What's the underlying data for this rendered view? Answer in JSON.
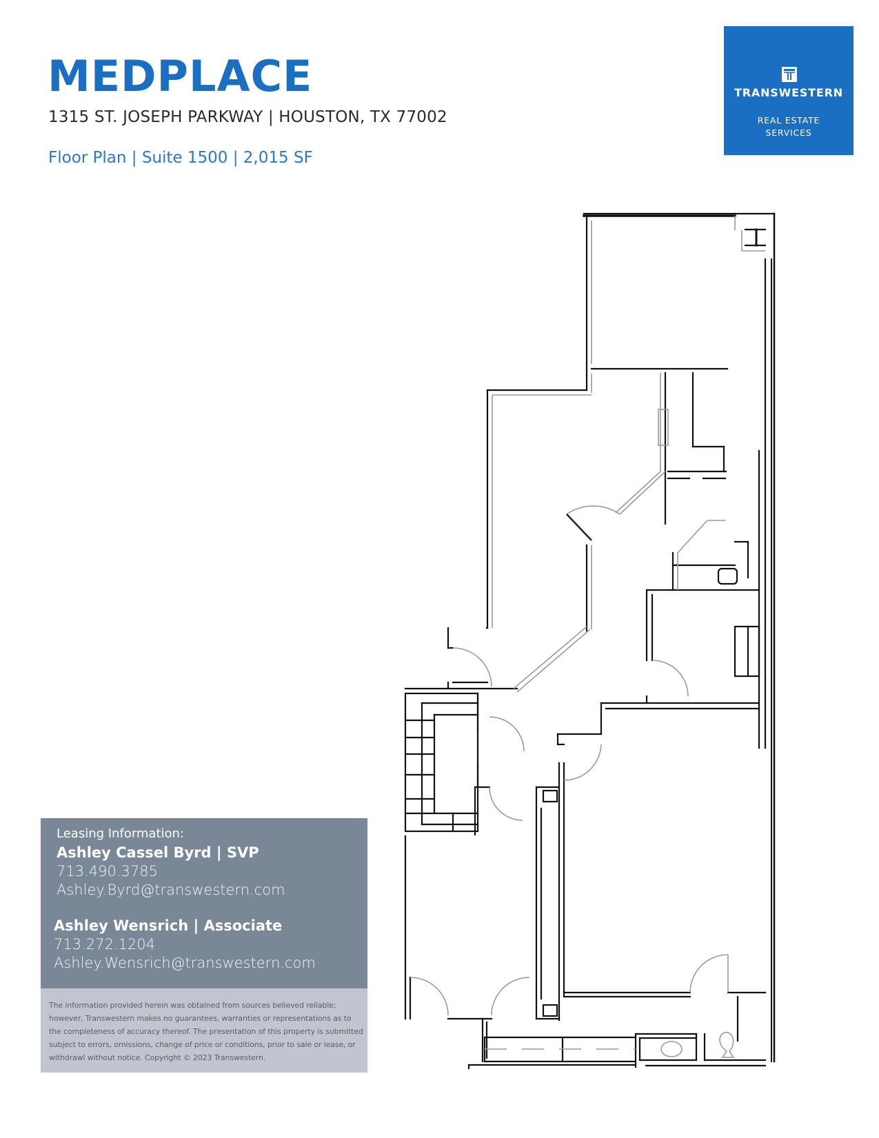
{
  "header": {
    "title": "MEDPLACE",
    "address": "1315 ST. JOSEPH PARKWAY | HOUSTON, TX 77002",
    "subtitle": "Floor Plan | Suite 1500 | 2,015 SF"
  },
  "logo": {
    "icon": "transwestern-t-icon",
    "name": "TRANSWESTERN",
    "tagline_line1": "REAL ESTATE",
    "tagline_line2": "SERVICES",
    "color": "#1a6fc2"
  },
  "leasing": {
    "label": "Leasing Information:",
    "contacts": [
      {
        "name_title": "Ashley Cassel Byrd | SVP",
        "phone": "713.490.3785",
        "email": "Ashley.Byrd@transwestern.com"
      },
      {
        "name_title": "Ashley Wensrich | Associate",
        "phone": "713.272.1204",
        "email": "Ashley.Wensrich@transwestern.com"
      }
    ],
    "background": "#7a8796"
  },
  "disclaimer": {
    "text": "The information provided herein was obtained from sources believed reliable; however, Transwestern makes no guarantees, warranties or representations as to the completeness of accuracy thereof. The presentation of this property is submitted subject to errors, omissions, change of price or conditions, prior to sale or lease, or withdrawl without notice. Copyright © 2023 Transwestern.",
    "background": "#c0c5d0"
  },
  "floor_plan": {
    "suite": "Suite 1500",
    "area": "2,015 SF"
  }
}
